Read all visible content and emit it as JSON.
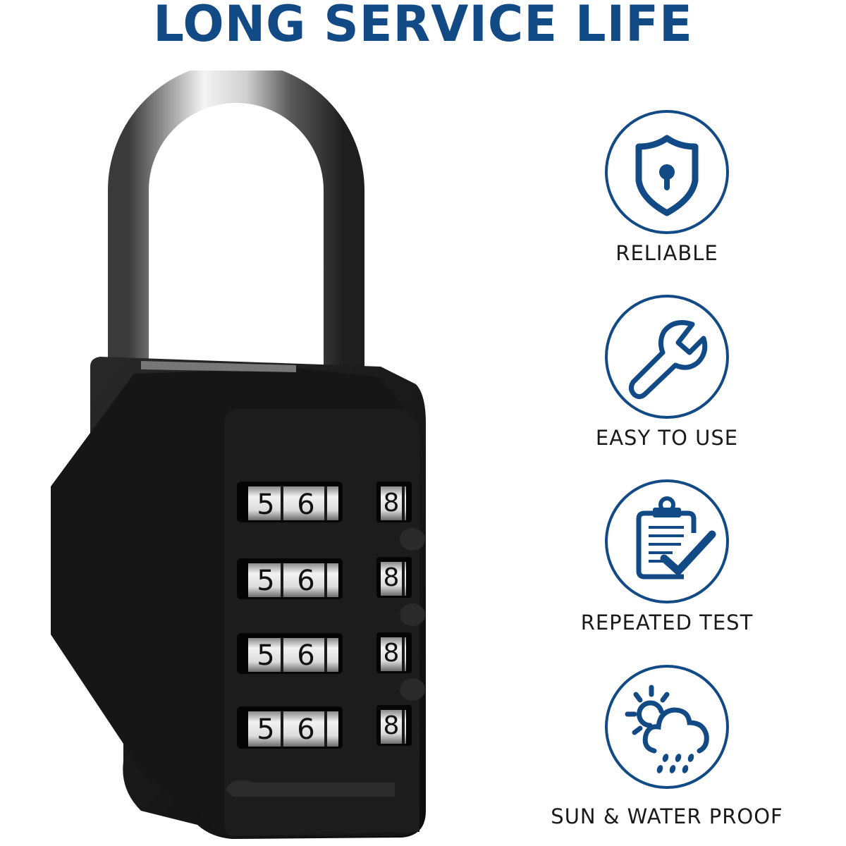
{
  "header": {
    "title": "LONG SERVICE LIFE"
  },
  "colors": {
    "brand_blue": "#124a86",
    "label_text": "#1a1a1a",
    "lock_body": "#141414",
    "background": "#ffffff"
  },
  "product": {
    "name": "combination-padlock",
    "dials": [
      {
        "digits": [
          "5",
          "6",
          "8"
        ]
      },
      {
        "digits": [
          "5",
          "6",
          "8"
        ]
      },
      {
        "digits": [
          "5",
          "6",
          "8"
        ]
      },
      {
        "digits": [
          "5",
          "6",
          "8"
        ]
      }
    ]
  },
  "features": [
    {
      "icon": "shield-keyhole-icon",
      "label": "RELIABLE"
    },
    {
      "icon": "wrench-icon",
      "label": "EASY TO USE"
    },
    {
      "icon": "clipboard-check-icon",
      "label": "REPEATED TEST"
    },
    {
      "icon": "sun-cloud-rain-icon",
      "label": "SUN & WATER PROOF"
    }
  ]
}
